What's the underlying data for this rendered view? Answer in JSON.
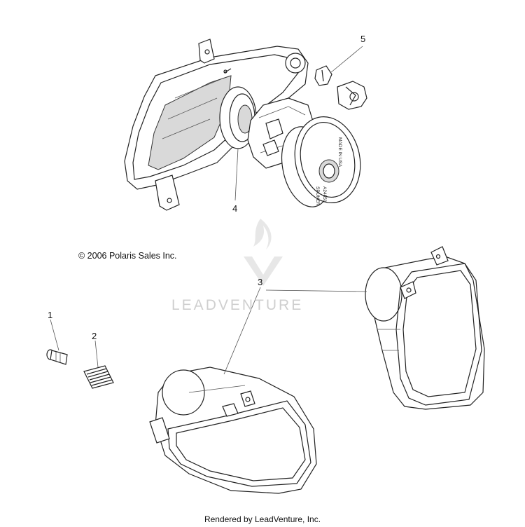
{
  "copyright": "© 2006 Polaris Sales Inc.",
  "watermark": "LEADVENTURE",
  "footer": "Rendered by LeadVenture, Inc.",
  "callouts": {
    "c1": "1",
    "c2": "2",
    "c3": "3",
    "c4": "4",
    "c5": "5"
  },
  "stamp_lines": [
    "MADE IN USA",
    "SPUNER",
    "A24850"
  ]
}
